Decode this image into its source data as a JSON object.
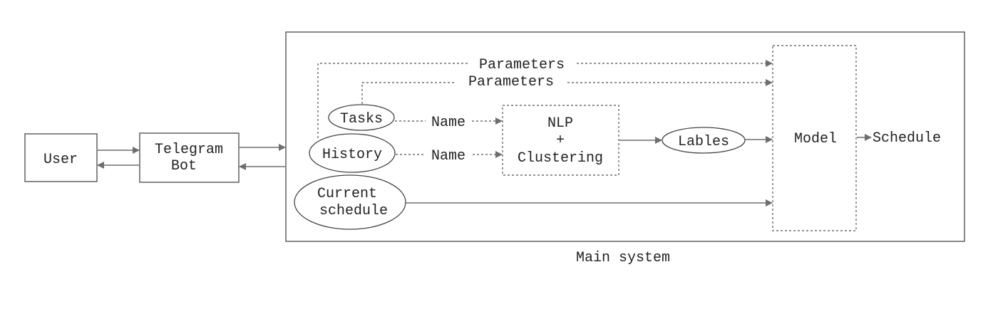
{
  "diagram": {
    "user": "User",
    "bot_line1": "Telegram",
    "bot_line2": "Bot",
    "main_system": "Main system",
    "params_top": "Parameters",
    "params_second": "Parameters",
    "tasks": "Tasks",
    "history": "History",
    "current_line1": "Current",
    "current_line2": "schedule",
    "name_tasks": "Name",
    "name_history": "Name",
    "nlp_line1": "NLP",
    "nlp_line2": "+",
    "nlp_line3": "Clustering",
    "labels": "Lables",
    "model": "Model",
    "schedule": "Schedule"
  }
}
